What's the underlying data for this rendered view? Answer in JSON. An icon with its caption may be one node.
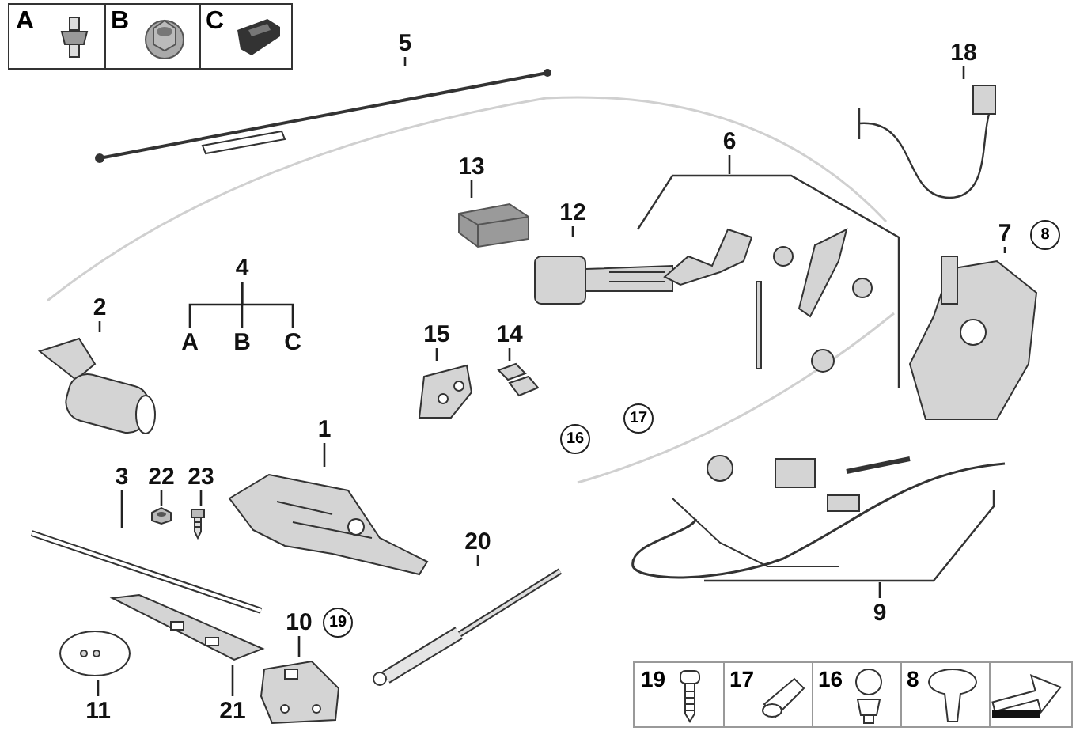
{
  "diagram": {
    "nodes": [
      {
        "text": [
          "5"
        ]
      },
      {
        "text": [],
        "shape": "picture"
      },
      {
        "text": [
          "13"
        ]
      },
      {
        "text": [],
        "shape": "picture"
      },
      {
        "text": [
          "12"
        ]
      },
      {
        "text": [],
        "shape": "picture"
      },
      {
        "text": [
          "6"
        ]
      },
      {
        "text": [],
        "shape": "picture"
      },
      {
        "text": [
          "18"
        ]
      },
      {
        "text": [],
        "shape": "picture"
      },
      {
        "text": [
          "7"
        ]
      },
      {
        "text": [],
        "shape": "picture"
      },
      {
        "text": [
          "2"
        ]
      },
      {
        "text": [],
        "shape": "picture"
      },
      {
        "text": [
          "4"
        ]
      },
      {
        "text": [
          "A"
        ]
      },
      {
        "text": [
          "B"
        ]
      },
      {
        "text": [
          "C"
        ]
      },
      {
        "text": [
          "15"
        ]
      },
      {
        "text": [],
        "shape": "picture"
      },
      {
        "text": [
          "14"
        ]
      },
      {
        "text": [],
        "shape": "picture"
      },
      {
        "text": [
          "1"
        ]
      },
      {
        "text": [],
        "shape": "picture"
      },
      {
        "text": [
          "3"
        ]
      },
      {
        "text": [],
        "shape": "picture"
      },
      {
        "text": [
          "22"
        ]
      },
      {
        "text": [],
        "shape": "picture"
      },
      {
        "text": [
          "23"
        ]
      },
      {
        "text": [],
        "shape": "picture"
      },
      {
        "text": [
          "20"
        ]
      },
      {
        "text": [],
        "shape": "picture"
      },
      {
        "text": [
          "9"
        ]
      },
      {
        "text": [],
        "shape": "picture"
      },
      {
        "text": [
          "10"
        ]
      },
      {
        "text": [],
        "shape": "picture"
      },
      {
        "text": [
          "11"
        ]
      },
      {
        "text": [],
        "shape": "picture"
      },
      {
        "text": [
          "21"
        ]
      },
      {
        "text": [],
        "shape": "picture"
      }
    ],
    "edges": [
      {
        "from": 0,
        "to": 1,
        "arrow": "none"
      },
      {
        "from": 2,
        "to": 3,
        "arrow": "none"
      },
      {
        "from": 4,
        "to": 5,
        "arrow": "none"
      },
      {
        "from": 6,
        "to": 7,
        "arrow": "none"
      },
      {
        "from": 8,
        "to": 9,
        "arrow": "none"
      },
      {
        "from": 10,
        "to": 11,
        "arrow": "none"
      },
      {
        "from": 12,
        "to": 13,
        "arrow": "none"
      },
      {
        "from": 14,
        "to": 15,
        "arrow": "none"
      },
      {
        "from": 14,
        "to": 16,
        "arrow": "none"
      },
      {
        "from": 14,
        "to": 17,
        "arrow": "none"
      },
      {
        "from": 18,
        "to": 19,
        "arrow": "none"
      },
      {
        "from": 20,
        "to": 21,
        "arrow": "none"
      },
      {
        "from": 22,
        "to": 23,
        "arrow": "none"
      },
      {
        "from": 24,
        "to": 25,
        "arrow": "none"
      },
      {
        "from": 26,
        "to": 27,
        "arrow": "none"
      },
      {
        "from": 28,
        "to": 29,
        "arrow": "none"
      },
      {
        "from": 30,
        "to": 31,
        "arrow": "none"
      },
      {
        "from": 32,
        "to": 33,
        "arrow": "none"
      },
      {
        "from": 34,
        "to": 35,
        "arrow": "none"
      },
      {
        "from": 36,
        "to": 37,
        "arrow": "none"
      },
      {
        "from": 38,
        "to": 39,
        "arrow": "none"
      }
    ],
    "labels": [
      "A",
      "B",
      "C",
      "8",
      "17",
      "16",
      "19",
      "19",
      "17",
      "16",
      "8"
    ]
  }
}
